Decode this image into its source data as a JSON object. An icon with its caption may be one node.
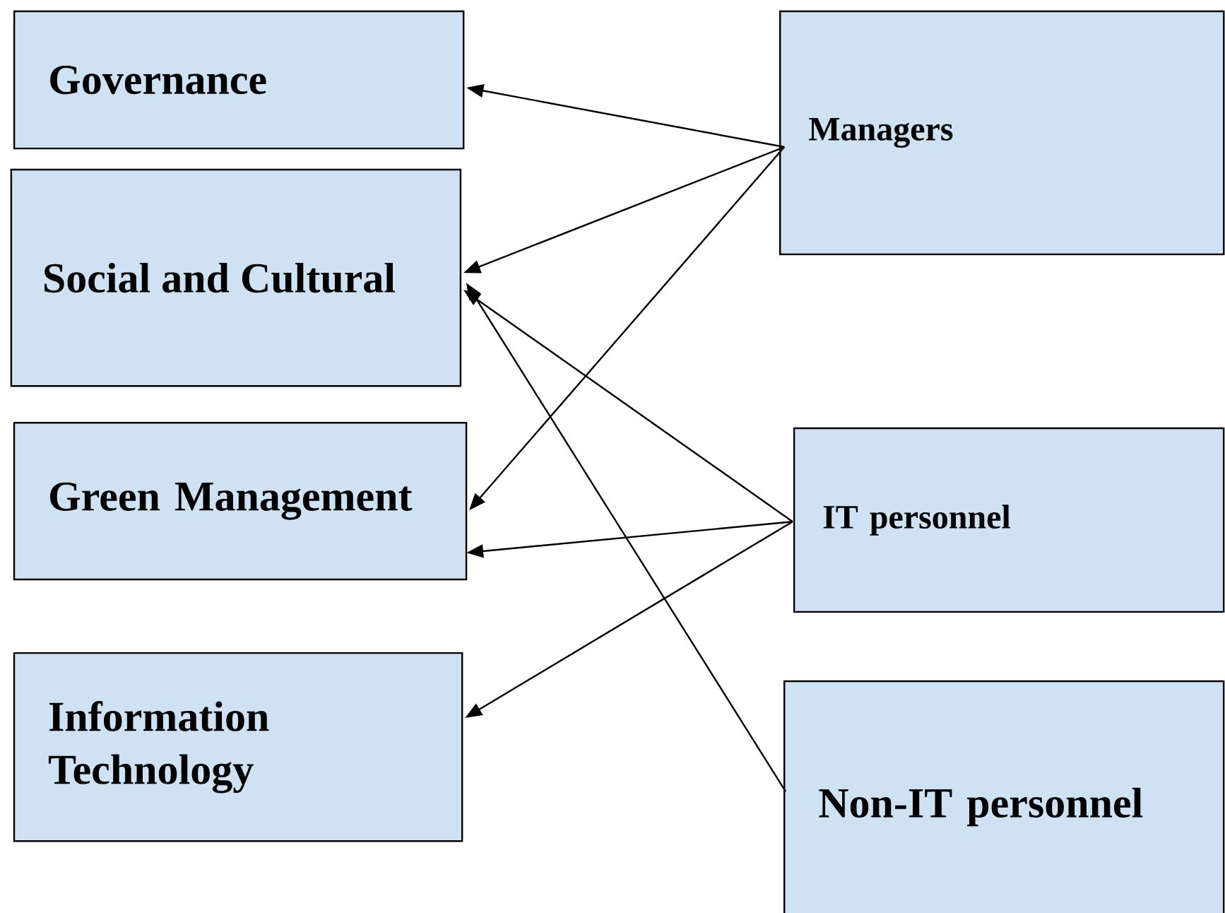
{
  "diagram": {
    "nodes": [
      {
        "text": [
          "Governance"
        ]
      },
      {
        "text": [
          "Social and Cultural"
        ]
      },
      {
        "text": [
          "Green Management"
        ]
      },
      {
        "text": [
          "Information Technology"
        ]
      },
      {
        "text": [
          "Managers"
        ]
      },
      {
        "text": [
          "IT personnel"
        ]
      },
      {
        "text": [
          "Non-IT personnel"
        ]
      }
    ],
    "edges": [
      {
        "from": 4,
        "to": 0,
        "arrow": "to"
      },
      {
        "from": 4,
        "to": 1,
        "arrow": "to"
      },
      {
        "from": 4,
        "to": 2,
        "arrow": "to"
      },
      {
        "from": 5,
        "to": 1,
        "arrow": "to"
      },
      {
        "from": 5,
        "to": 2,
        "arrow": "to"
      },
      {
        "from": 5,
        "to": 3,
        "arrow": "to"
      },
      {
        "from": 6,
        "to": 1,
        "arrow": "to"
      }
    ]
  }
}
